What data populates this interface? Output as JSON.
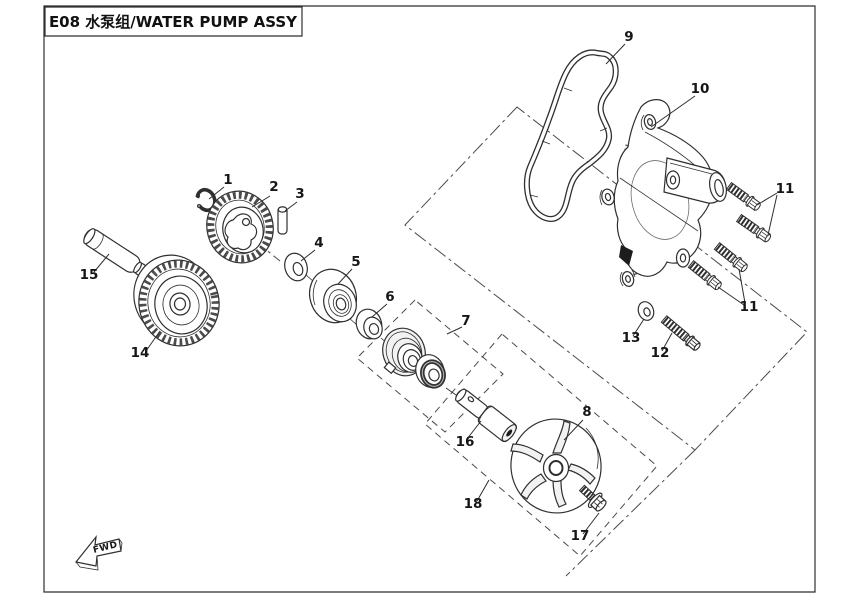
{
  "title": "E08 水泵组/WATER PUMP ASSY",
  "fwd_label": "FWD",
  "colors": {
    "line": "#2f2f2f",
    "background": "#ffffff"
  },
  "callouts": [
    {
      "label": "1"
    },
    {
      "label": "2"
    },
    {
      "label": "3"
    },
    {
      "label": "4"
    },
    {
      "label": "5"
    },
    {
      "label": "6"
    },
    {
      "label": "7"
    },
    {
      "label": "8"
    },
    {
      "label": "9"
    },
    {
      "label": "10"
    },
    {
      "label": "11"
    },
    {
      "label": "11"
    },
    {
      "label": "12"
    },
    {
      "label": "13"
    },
    {
      "label": "14"
    },
    {
      "label": "15"
    },
    {
      "label": "16"
    },
    {
      "label": "17"
    },
    {
      "label": "18"
    }
  ]
}
